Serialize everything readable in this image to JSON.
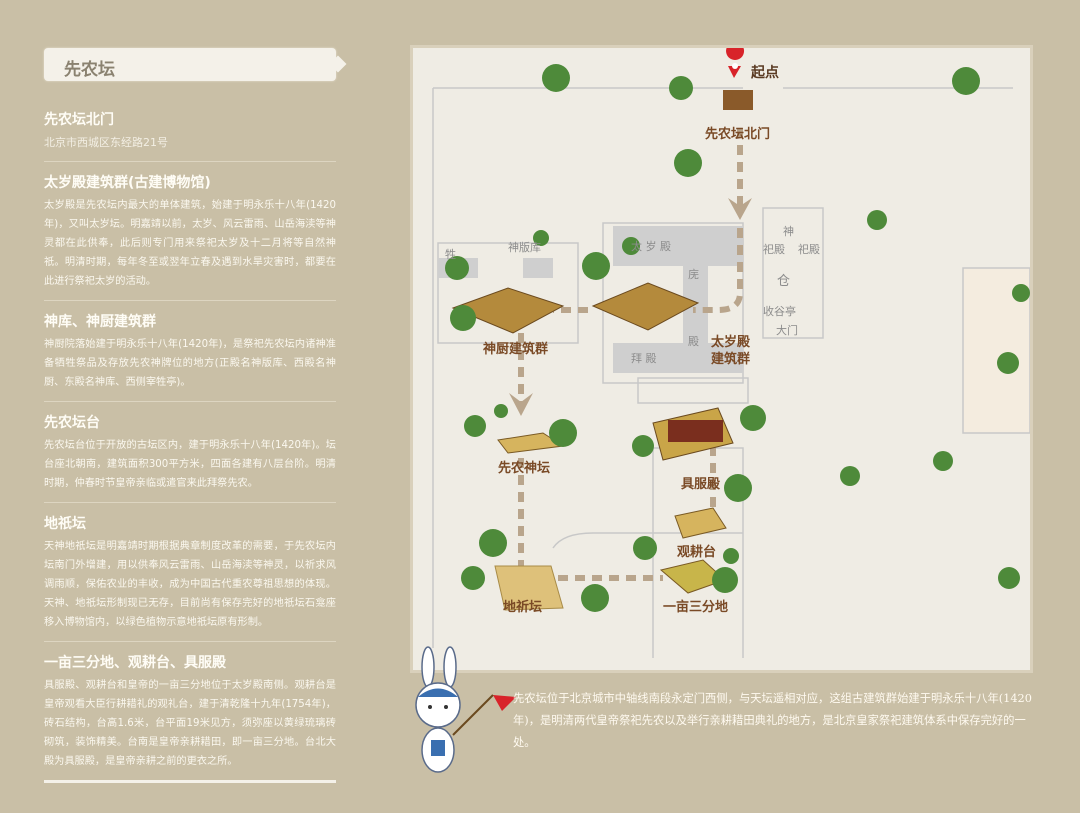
{
  "panel": {
    "title": "先农坛",
    "sections": [
      {
        "title": "先农坛北门",
        "text": "北京市西城区东经路21号"
      },
      {
        "title": "太岁殿建筑群(古建博物馆)",
        "text": "太岁殿是先农坛内最大的单体建筑，始建于明永乐十八年(1420年)，又叫太岁坛。明嘉靖以前，太岁、风云雷雨、山岳海渎等神灵都在此供奉，此后则专门用来祭祀太岁及十二月将等自然神祇。明清时期，每年冬至或翌年立春及遇到水旱灾害时，都要在此进行祭祀太岁的活动。"
      },
      {
        "title": "神库、神厨建筑群",
        "text": "神厨院落始建于明永乐十八年(1420年)，是祭祀先农坛内诸神准备牺牲祭品及存放先农神牌位的地方(正殿名神版库、西殿名神厨、东殿名神库、西侧宰牲亭)。"
      },
      {
        "title": "先农坛台",
        "text": "先农坛台位于开放的古坛区内，建于明永乐十八年(1420年)。坛台座北朝南，建筑面积300平方米，四面各建有八层台阶。明清时期，仲春时节皇帝亲临或遣官来此拜祭先农。"
      },
      {
        "title": "地祇坛",
        "text": "天神地祇坛是明嘉靖时期根据典章制度改革的需要，于先农坛内坛南门外增建，用以供奉风云雷雨、山岳海渎等神灵，以祈求风调雨顺，保佑农业的丰收，成为中国古代重农尊祖思想的体现。天神、地祇坛形制现已无存，目前尚有保存完好的地祇坛石龛座移入博物馆内，以绿色植物示意地祇坛原有形制。"
      },
      {
        "title": "一亩三分地、观耕台、具服殿",
        "text": "具服殿、观耕台和皇帝的一亩三分地位于太岁殿南侧。观耕台是皇帝观看大臣行耕耤礼的观礼台，建于清乾隆十九年(1754年)，砖石结构，台高1.6米，台平面19米见方，须弥座以黄绿琉璃砖砌筑，装饰精美。台南是皇帝亲耕耤田，即一亩三分地。台北大殿为具服殿，是皇帝亲耕之前的更衣之所。"
      }
    ]
  },
  "map": {
    "start": "起点",
    "labels": {
      "north_gate": "先农坛北门",
      "shenchu": "神厨建筑群",
      "taisui_1": "太岁殿",
      "taisui_2": "建筑群",
      "shennong": "先农神坛",
      "jufu": "具服殿",
      "guangeng": "观耕台",
      "diqi": "地祈坛",
      "yimu": "一亩三分地"
    },
    "plan": {
      "taisuidian": "太 岁 殿",
      "baidian": "拜   殿",
      "shenbanku": "神版库",
      "sheng": "牲",
      "shen": "神",
      "cang": "仓",
      "shougu": "收谷亭",
      "damen": "大门",
      "wu": "庑",
      "dian": "殿",
      "sidian_w": "祀殿",
      "sidian_e": "祀殿"
    }
  },
  "caption": "先农坛位于北京城市中轴线南段永定门西侧，与天坛遥相对应，这组古建筑群始建于明永乐十八年(1420年)，是明清两代皇帝祭祀先农以及举行亲耕耤田典礼的地方，是北京皇家祭祀建筑体系中保存完好的一处。",
  "colors": {
    "background": "#c9bfa6",
    "map": "#efece4",
    "route": "#b9a58c",
    "label": "#7a4a26",
    "pin": "#d8232a"
  }
}
